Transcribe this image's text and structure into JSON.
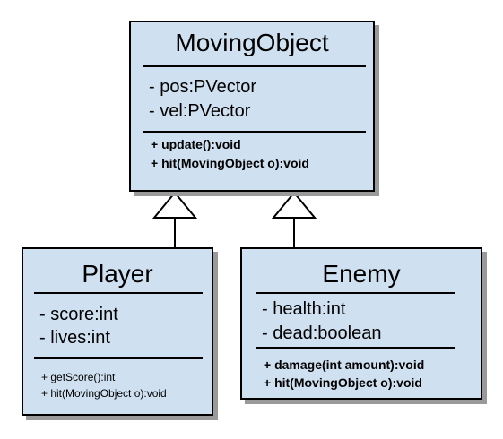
{
  "classes": {
    "moving_object": {
      "name": "MovingObject",
      "attributes": [
        "- pos:PVector",
        "- vel:PVector"
      ],
      "methods": [
        "+ update():void",
        "+ hit(MovingObject o):void"
      ]
    },
    "player": {
      "name": "Player",
      "attributes": [
        "- score:int",
        "- lives:int"
      ],
      "methods": [
        "+ getScore():int",
        "+ hit(MovingObject o):void"
      ]
    },
    "enemy": {
      "name": "Enemy",
      "attributes": [
        "- health:int",
        "- dead:boolean"
      ],
      "methods": [
        "+ damage(int amount):void",
        "+ hit(MovingObject o):void"
      ]
    }
  },
  "relationships": [
    {
      "type": "generalization",
      "from": "Player",
      "to": "MovingObject"
    },
    {
      "type": "generalization",
      "from": "Enemy",
      "to": "MovingObject"
    }
  ],
  "colors": {
    "class_fill": "#cfe0f1",
    "border": "#000000",
    "shadow": "#9a9a9a"
  }
}
